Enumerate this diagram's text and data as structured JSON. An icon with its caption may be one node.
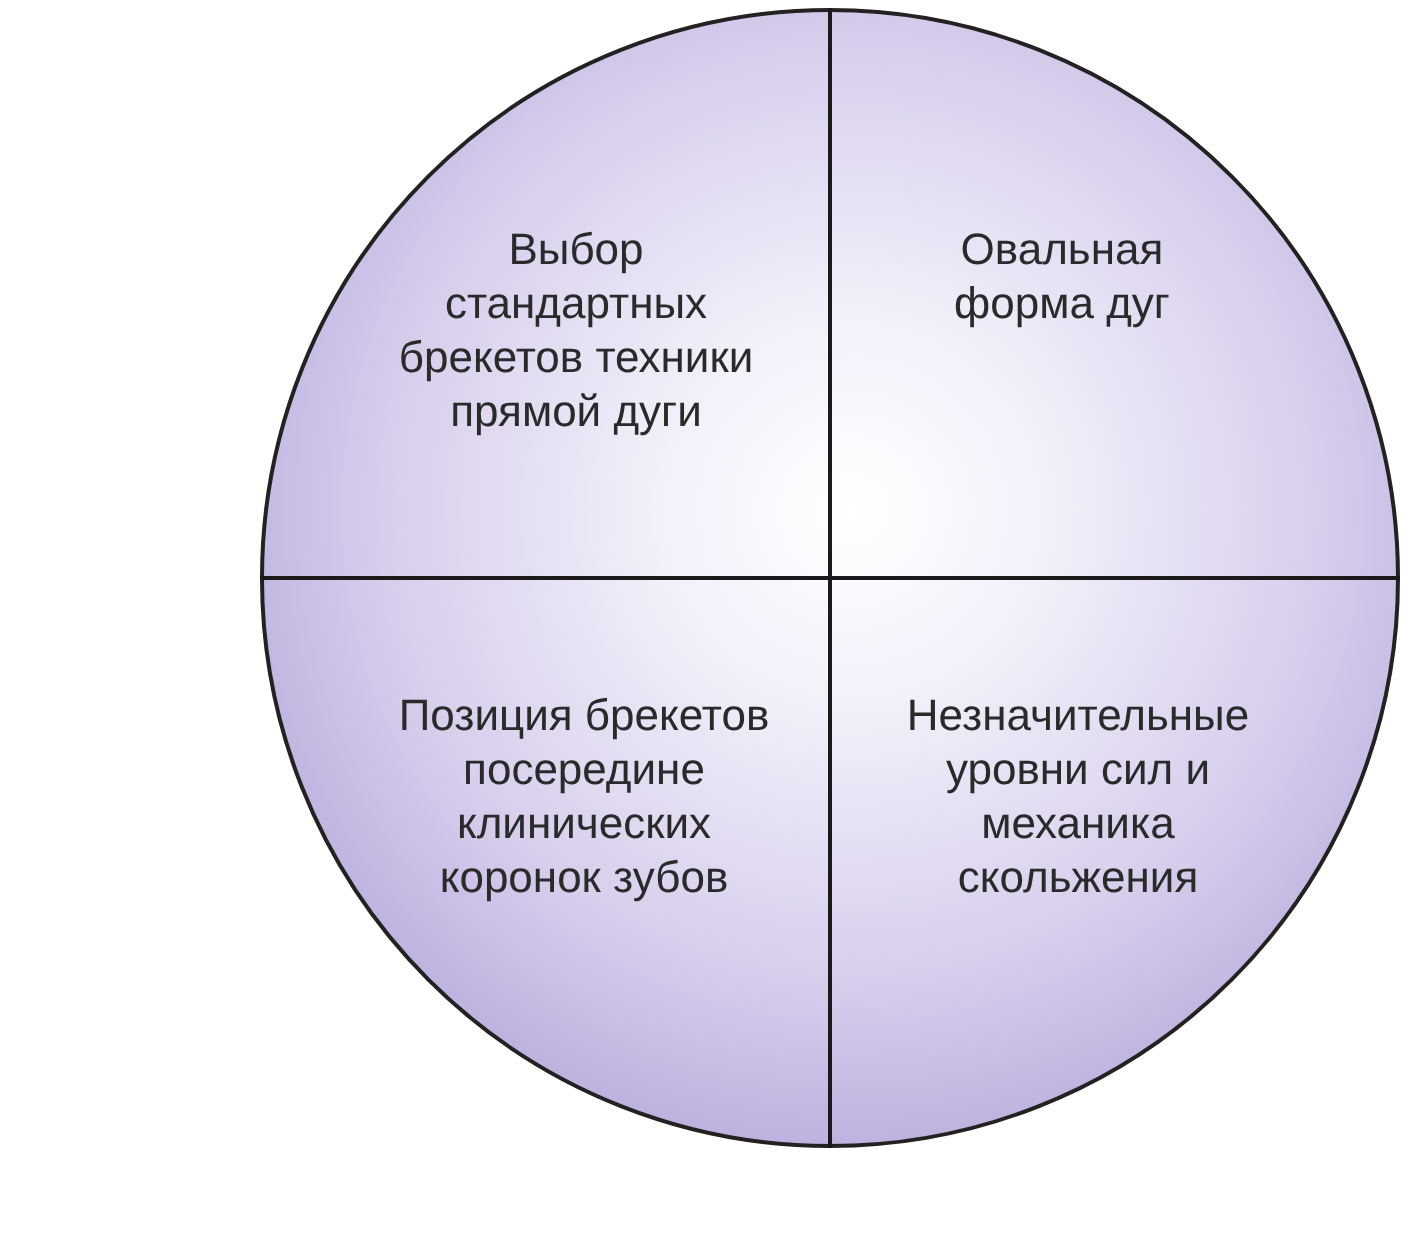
{
  "diagram": {
    "nodes": [
      {
        "text": [],
        "shape": "circle"
      },
      {
        "text": [
          "Выбор стандартных брекетов техники прямой дуги"
        ],
        "in": 0
      },
      {
        "text": [
          "Овальная форма дуг"
        ],
        "in": 0
      },
      {
        "text": [
          "Позиция брекетов посередине клинических коронок зубов"
        ],
        "in": 0
      },
      {
        "text": [
          "Незначительные уровни сил и механика скольжения"
        ],
        "in": 0
      }
    ]
  }
}
